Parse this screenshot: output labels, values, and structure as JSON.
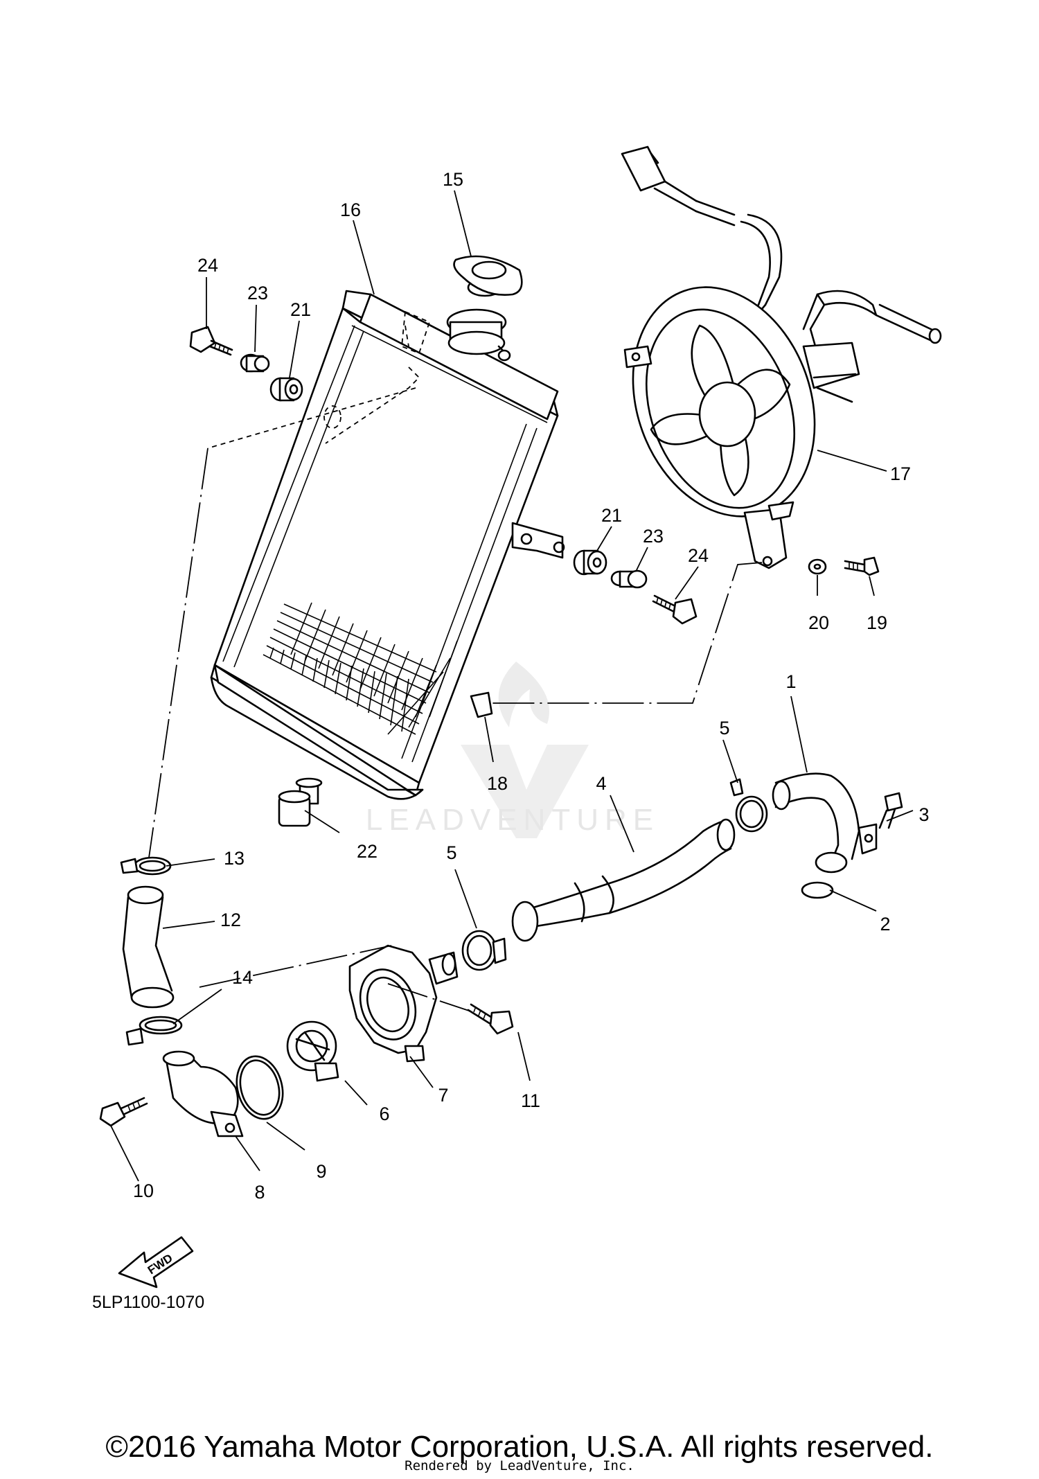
{
  "diagram_code": "5LP1100-1070",
  "fwd_label": "FWD",
  "watermark": "LEADVENTURE",
  "copyright": "©2016 Yamaha Motor Corporation, U.S.A. All rights reserved.",
  "rendered_by": "Rendered by LeadVenture, Inc.",
  "callouts": {
    "c1": "1",
    "c2": "2",
    "c3": "3",
    "c4": "4",
    "c5a": "5",
    "c5b": "5",
    "c6": "6",
    "c7": "7",
    "c8": "8",
    "c9": "9",
    "c10": "10",
    "c11": "11",
    "c12": "12",
    "c13": "13",
    "c14": "14",
    "c15": "15",
    "c16": "16",
    "c17": "17",
    "c18": "18",
    "c19": "19",
    "c20": "20",
    "c21a": "21",
    "c21b": "21",
    "c22": "22",
    "c23a": "23",
    "c23b": "23",
    "c24a": "24",
    "c24b": "24"
  }
}
